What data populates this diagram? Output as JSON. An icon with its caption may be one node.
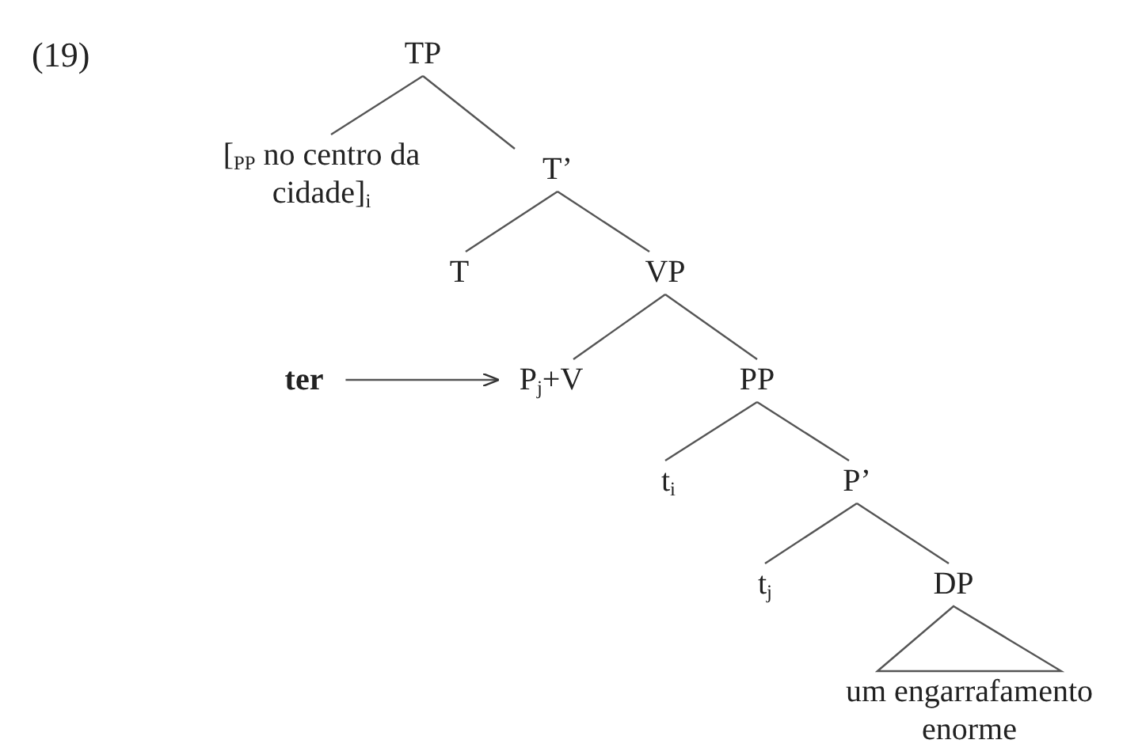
{
  "diagram": {
    "nodes": [
      {
        "text": [
          "TP"
        ]
      },
      {
        "text": [
          "[$_{PP}$ no centro da cidade]$_{i}$"
        ]
      },
      {
        "text": [
          "T’"
        ]
      },
      {
        "text": [
          "T"
        ]
      },
      {
        "text": [
          "VP"
        ]
      },
      {
        "text": [
          "ter"
        ]
      },
      {
        "text": [
          "P$_{j}$+V"
        ]
      },
      {
        "text": [
          "PP"
        ]
      },
      {
        "text": [
          "t$_{i}$"
        ]
      },
      {
        "text": [
          "P’"
        ]
      },
      {
        "text": [
          "t$_{j}$"
        ]
      },
      {
        "text": [
          "DP"
        ]
      },
      {
        "text": [
          "um engarrafamento enorme"
        ]
      }
    ],
    "edges": [
      {
        "from": 0,
        "to": 1,
        "arrow": "none"
      },
      {
        "from": 0,
        "to": 2,
        "arrow": "none"
      },
      {
        "from": 2,
        "to": 3,
        "arrow": "none"
      },
      {
        "from": 2,
        "to": 4,
        "arrow": "none"
      },
      {
        "from": 4,
        "to": 6,
        "arrow": "none"
      },
      {
        "from": 4,
        "to": 7,
        "arrow": "none"
      },
      {
        "from": 5,
        "to": 6,
        "arrow": "to"
      },
      {
        "from": 7,
        "to": 8,
        "arrow": "none"
      },
      {
        "from": 7,
        "to": 9,
        "arrow": "none"
      },
      {
        "from": 9,
        "to": 10,
        "arrow": "none"
      },
      {
        "from": 9,
        "to": 11,
        "arrow": "none"
      },
      {
        "from": 11,
        "to": 12,
        "arrow": "none"
      }
    ],
    "labels": [
      "(19)"
    ]
  }
}
